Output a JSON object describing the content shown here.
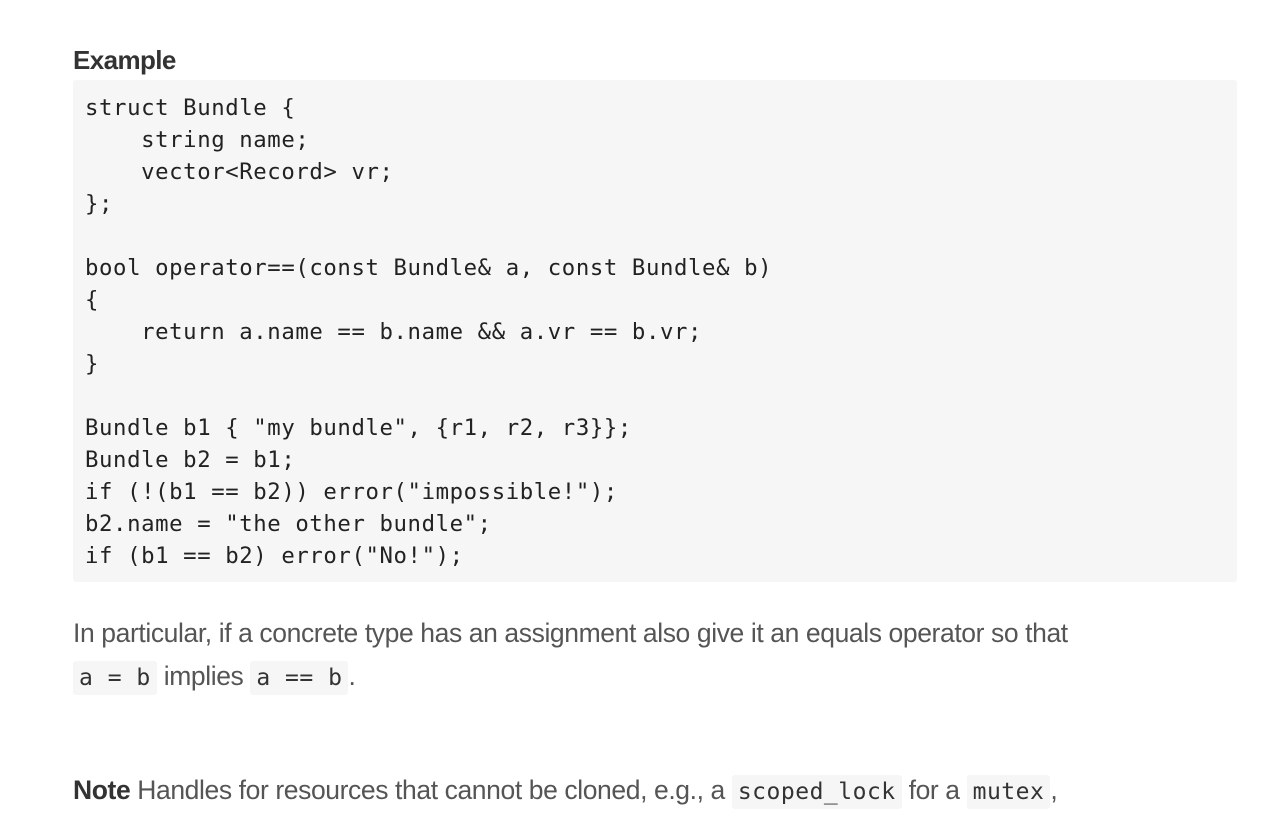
{
  "section": {
    "heading": "Example"
  },
  "code_example": {
    "lines": [
      "struct Bundle {",
      "    string name;",
      "    vector<Record> vr;",
      "};",
      "",
      "bool operator==(const Bundle& a, const Bundle& b)",
      "{",
      "    return a.name == b.name && a.vr == b.vr;",
      "}",
      "",
      "Bundle b1 { \"my bundle\", {r1, r2, r3}};",
      "Bundle b2 = b1;",
      "if (!(b1 == b2)) error(\"impossible!\");",
      "b2.name = \"the other bundle\";",
      "if (b1 == b2) error(\"No!\");"
    ]
  },
  "paragraph1": {
    "line1": "In particular, if a concrete type has an assignment also give it an equals operator so that",
    "code1": "a = b",
    "middle": " implies ",
    "code2": "a == b",
    "end": "."
  },
  "note": {
    "label": "Note",
    "text1": " Handles for resources that cannot be cloned, e.g., a ",
    "code1": "scoped_lock",
    "text2": " for a ",
    "code2": "mutex",
    "text3": ","
  }
}
